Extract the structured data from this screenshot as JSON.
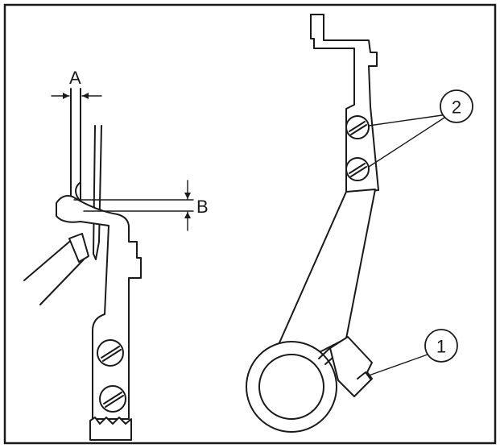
{
  "labels": {
    "dim_a": "A",
    "dim_b": "B",
    "callout_1": "1",
    "callout_2": "2"
  },
  "colors": {
    "line": "#1a1a1a",
    "background": "#ffffff"
  }
}
